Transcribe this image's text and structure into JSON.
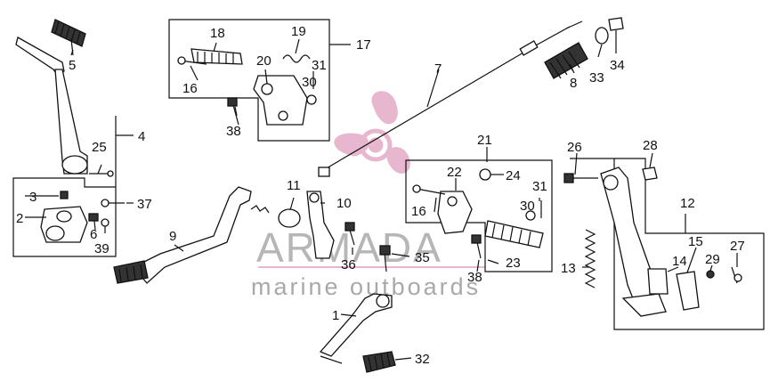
{
  "watermark": {
    "brand": "ARMADA",
    "tagline": "marine outboards",
    "logo_color": "#e7b7cf"
  },
  "callouts": [
    "1",
    "2",
    "3",
    "4",
    "5",
    "6",
    "7",
    "8",
    "9",
    "10",
    "11",
    "12",
    "13",
    "14",
    "15",
    "16",
    "16",
    "17",
    "18",
    "19",
    "20",
    "21",
    "22",
    "23",
    "24",
    "25",
    "26",
    "27",
    "28",
    "29",
    "30",
    "30",
    "31",
    "31",
    "32",
    "33",
    "34",
    "35",
    "36",
    "37",
    "38",
    "38",
    "39"
  ]
}
